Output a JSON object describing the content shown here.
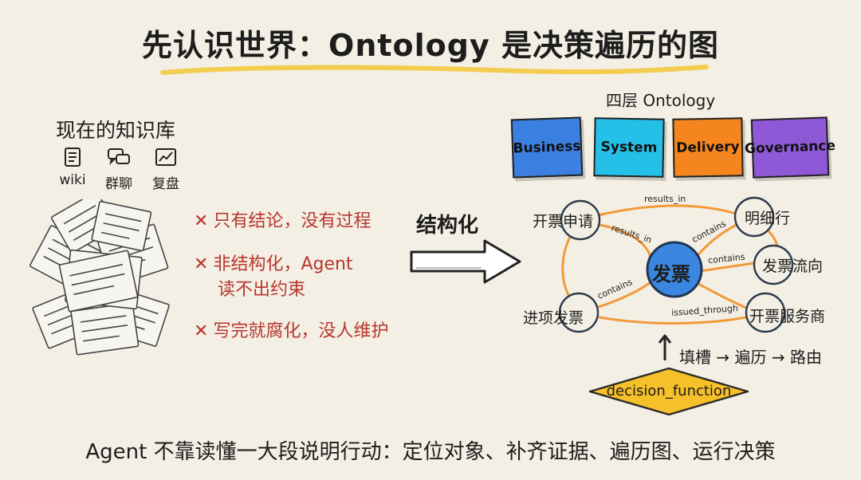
{
  "title": "先认识世界：Ontology 是决策遍历的图",
  "knowledge_base": {
    "title": "现在的知识库",
    "sources": [
      {
        "label": "wiki",
        "icon": "document-icon"
      },
      {
        "label": "群聊",
        "icon": "chat-icon"
      },
      {
        "label": "复盘",
        "icon": "chart-icon"
      }
    ]
  },
  "cons": [
    {
      "line1": "只有结论，没有过程",
      "line2": ""
    },
    {
      "line1": "非结构化，Agent",
      "line2": "读不出约束"
    },
    {
      "line1": "写完就腐化，没人维护",
      "line2": ""
    }
  ],
  "colors": {
    "accent_red": "#b8362e",
    "business": "#3b7fe0",
    "system": "#25c0e8",
    "delivery": "#f5861f",
    "governance": "#8e58d6",
    "graph_edge": "#f29a3a",
    "center_node": "#3a86e0",
    "decision": "#f6c02a",
    "underline": "#f4cc50"
  },
  "structure_label": "结构化",
  "layers": {
    "title": "四层 Ontology",
    "items": [
      "Business",
      "System",
      "Delivery",
      "Governance"
    ]
  },
  "graph": {
    "center": "发票",
    "nodes": [
      "开票申请",
      "明细行",
      "发票流向",
      "开票服务商",
      "进项发票"
    ],
    "edge_labels": {
      "top": "results_in",
      "apply_center": "results_in",
      "center_detail": "contains",
      "center_flow": "contains",
      "center_provider": "issued_through",
      "input_center": "contains"
    }
  },
  "steps": "填槽 → 遍历 → 路由",
  "decision": "decision_function",
  "bottom_text": "Agent 不靠读懂一大段说明行动：定位对象、补齐证据、遍历图、运行决策"
}
